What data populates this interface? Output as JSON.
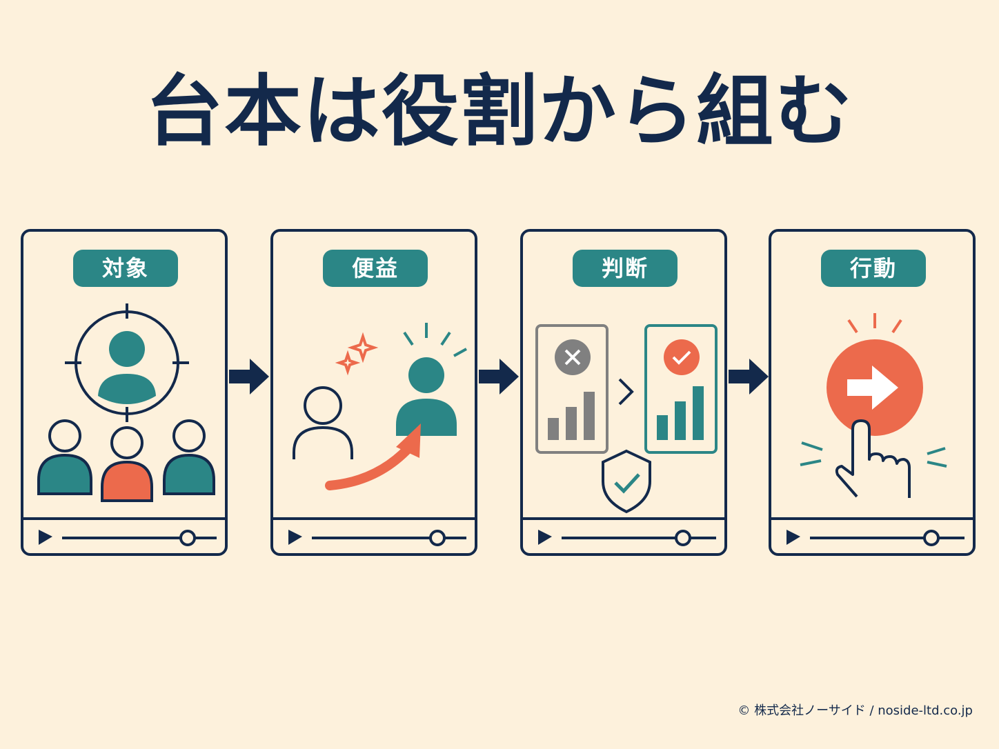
{
  "title": "台本は役割から組む",
  "steps": [
    {
      "label": "対象"
    },
    {
      "label": "便益"
    },
    {
      "label": "判断"
    },
    {
      "label": "行動"
    }
  ],
  "footer": "© 株式会社ノーサイド / noside-ltd.co.jp",
  "colors": {
    "background": "#fdf1dc",
    "navy": "#13294b",
    "teal": "#2b8686",
    "coral": "#ec6a4c",
    "gray": "#808080"
  }
}
